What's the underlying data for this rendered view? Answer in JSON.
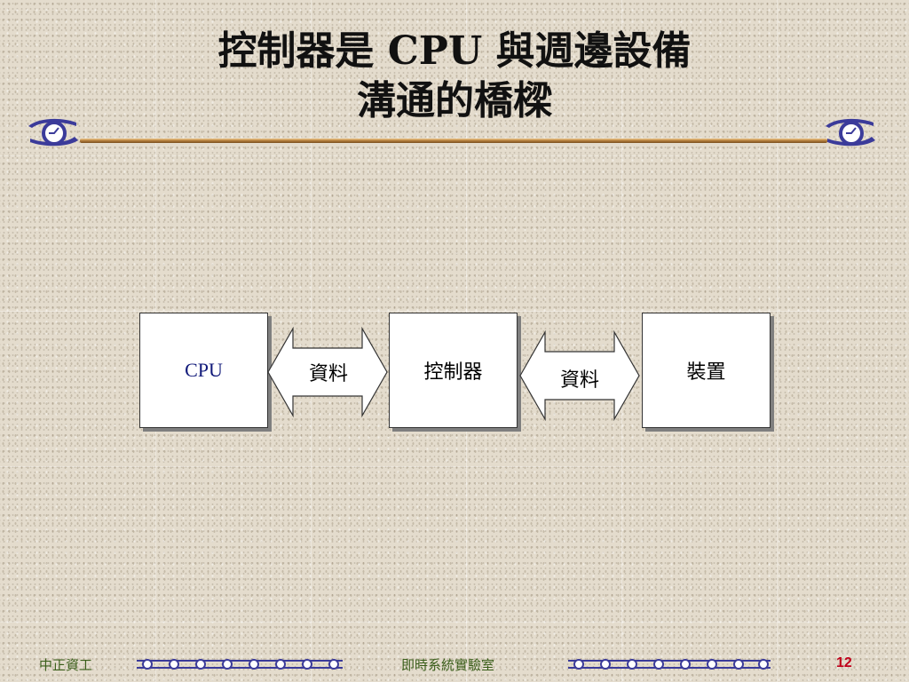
{
  "slide": {
    "title_line1": "控制器是 CPU 與週邊設備",
    "title_line2": "溝通的橋樑"
  },
  "diagram": {
    "nodes": [
      {
        "id": "cpu",
        "label": "CPU"
      },
      {
        "id": "controller",
        "label": "控制器"
      },
      {
        "id": "device",
        "label": "裝置"
      }
    ],
    "edges": [
      {
        "from": "cpu",
        "to": "controller",
        "label": "資料",
        "direction": "bidirectional"
      },
      {
        "from": "controller",
        "to": "device",
        "label": "資料",
        "direction": "bidirectional"
      }
    ]
  },
  "footer": {
    "left_text": "中正資工",
    "center_text": "即時系統實驗室",
    "page_number": "12"
  },
  "colors": {
    "title": "#111111",
    "cpu_label": "#111a7a",
    "footer_text": "#3a5e1a",
    "page_number": "#c0001a",
    "ornament": "#3b3b9a"
  }
}
